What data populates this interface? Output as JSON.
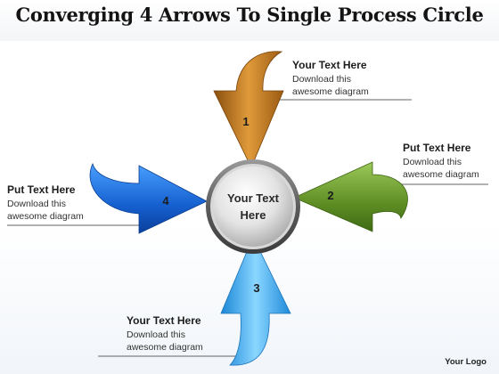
{
  "title": "Converging 4 Arrows To Single Process Circle",
  "center": {
    "line1": "Your Text",
    "line2": "Here"
  },
  "arrows": [
    {
      "number": "1",
      "color": "#c07a1e"
    },
    {
      "number": "2",
      "color": "#6a9a2c"
    },
    {
      "number": "3",
      "color": "#3aa8e8"
    },
    {
      "number": "4",
      "color": "#1e6ed8"
    }
  ],
  "text_blocks": {
    "top_right": {
      "heading": "Your Text Here",
      "line1": "Download this",
      "line2": "awesome diagram"
    },
    "right": {
      "heading": "Put Text Here",
      "line1": "Download this",
      "line2": "awesome diagram"
    },
    "left": {
      "heading": "Put Text Here",
      "line1": "Download this",
      "line2": "awesome diagram"
    },
    "bottom": {
      "heading": "Your Text Here",
      "line1": "Download this",
      "line2": "awesome diagram"
    }
  },
  "logo": "Your Logo"
}
